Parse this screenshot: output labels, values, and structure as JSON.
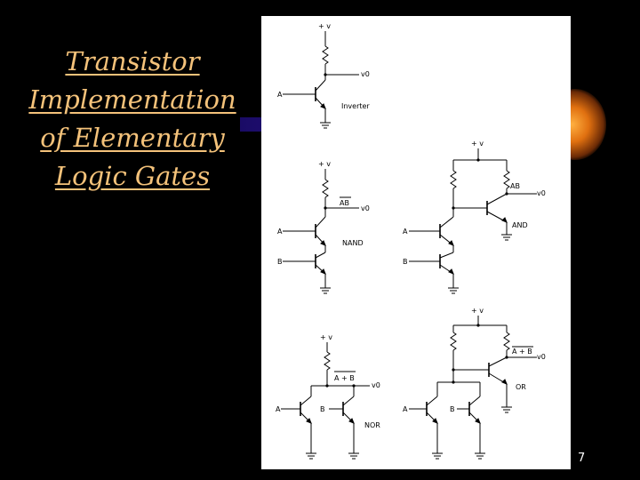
{
  "slide": {
    "title_lines": [
      "Transistor",
      "Implementation",
      "of Elementary",
      "Logic Gates"
    ],
    "page_number": "7"
  },
  "diagram": {
    "supply": "+ v",
    "output": "v0",
    "input_a": "A",
    "input_b": "B",
    "circuits": {
      "inverter": "Inverter",
      "nand": "NAND",
      "nand_out": "AB",
      "and": "AND",
      "and_out": "AB",
      "nor": "NOR",
      "nor_out": "A + B",
      "or": "OR",
      "or_out": "A + B"
    }
  },
  "colors": {
    "background": "#000000",
    "title": "#f4c27a",
    "accent_bar": "#2a1688",
    "accent_glow": "#f08a18"
  }
}
